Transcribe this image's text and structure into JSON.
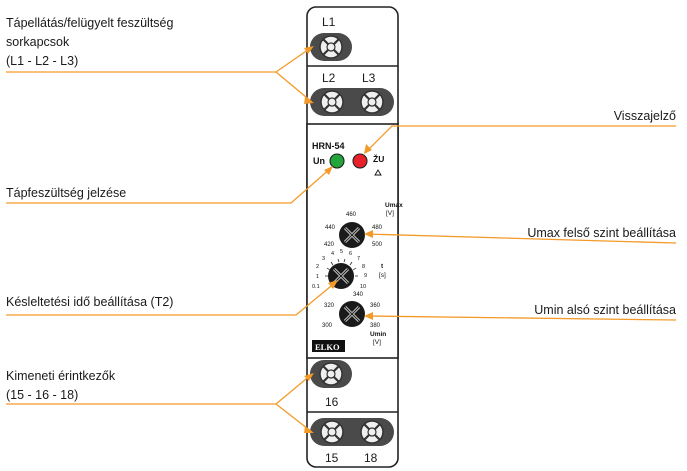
{
  "callouts": {
    "supply_terminals": [
      "Tápellátás/felügyelt feszültség",
      "sorkapcsok",
      "(L1 - L2 - L3)"
    ],
    "indicator": "Visszajelző",
    "supply_indication": "Tápfeszültség jelzése",
    "umax_setting": "Umax felső szint beállítása",
    "delay_setting": "Késleltetési idő beállítása (T2)",
    "umin_setting": "Umin alsó szint beállítása",
    "output_contacts": [
      "Kimeneti érintkezők",
      "(15 - 16 - 18)"
    ]
  },
  "device": {
    "model": "HRN-54",
    "brand": "ELKO",
    "top_terminals": {
      "single": "L1",
      "pair_left": "L2",
      "pair_right": "L3"
    },
    "bottom_terminals": {
      "single": "16",
      "pair_left": "15",
      "pair_right": "18"
    },
    "leds": {
      "green_label": "Un",
      "red_label": "ŽU"
    },
    "umax_dial": {
      "title": "Umax",
      "unit": "[V]",
      "scale": [
        "440",
        "460",
        "480",
        "420",
        "500"
      ]
    },
    "t_dial": {
      "title": "t",
      "unit": "[s]",
      "scale": [
        "0.1",
        "1",
        "2",
        "3",
        "4",
        "5",
        "6",
        "7",
        "8",
        "9",
        "10"
      ]
    },
    "umin_dial": {
      "title": "Umin",
      "unit": "[V]",
      "scale": [
        "320",
        "340",
        "360",
        "300",
        "380"
      ]
    }
  },
  "colors": {
    "callout_line": "#f39a28",
    "led_green": "#22a53a",
    "led_red": "#e8202a",
    "terminal_dark": "#4a4a4a"
  }
}
